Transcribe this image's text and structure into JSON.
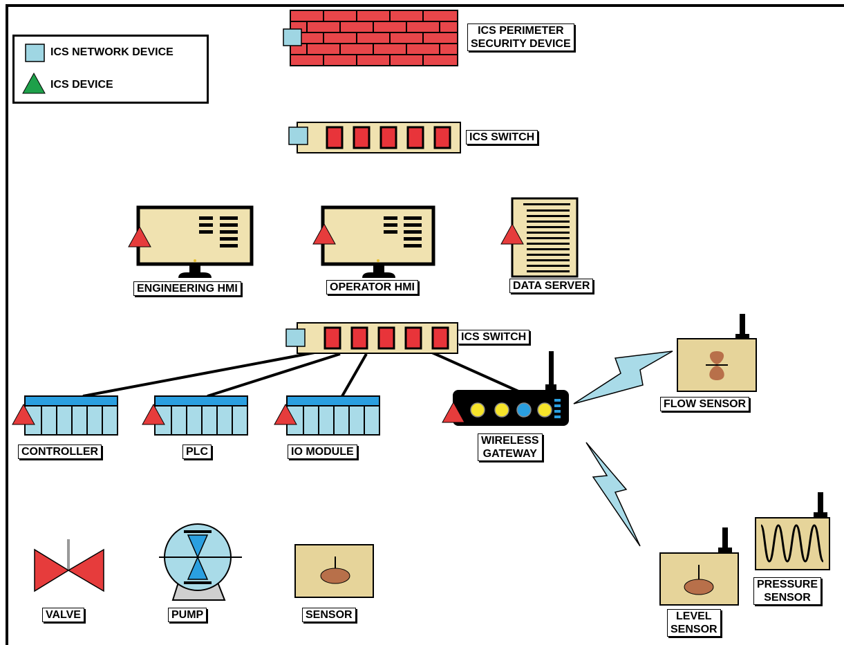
{
  "legend": {
    "network_device": "ICS NETWORK DEVICE",
    "device": "ICS DEVICE"
  },
  "labels": {
    "perimeter_line1": "ICS PERIMETER",
    "perimeter_line2": "SECURITY DEVICE",
    "switch_top": "ICS SWITCH",
    "engineering_hmi": "ENGINEERING HMI",
    "operator_hmi": "OPERATOR HMI",
    "data_server": "DATA SERVER",
    "switch_mid": "ICS SWITCH",
    "controller": "CONTROLLER",
    "plc": "PLC",
    "io_module": "IO MODULE",
    "wireless_line1": "WIRELESS",
    "wireless_line2": "GATEWAY",
    "flow_sensor": "FLOW SENSOR",
    "valve": "VALVE",
    "pump": "PUMP",
    "sensor": "SENSOR",
    "level_line1": "LEVEL",
    "level_line2": "SENSOR",
    "pressure_line1": "PRESSURE",
    "pressure_line2": "SENSOR"
  },
  "colors": {
    "network_device": "#9fd6e3",
    "ics_device": "#e63c3c",
    "legend_device": "#1ea04a",
    "equipment_body": "#f0e2b0",
    "firewall_brick": "#e8464a",
    "port": "#e8343a",
    "module_header": "#2a9fe0",
    "module_body": "#a9dbe8",
    "sensor_bulb": "#b8704a",
    "wireless_bolt": "#a9dbe8"
  }
}
